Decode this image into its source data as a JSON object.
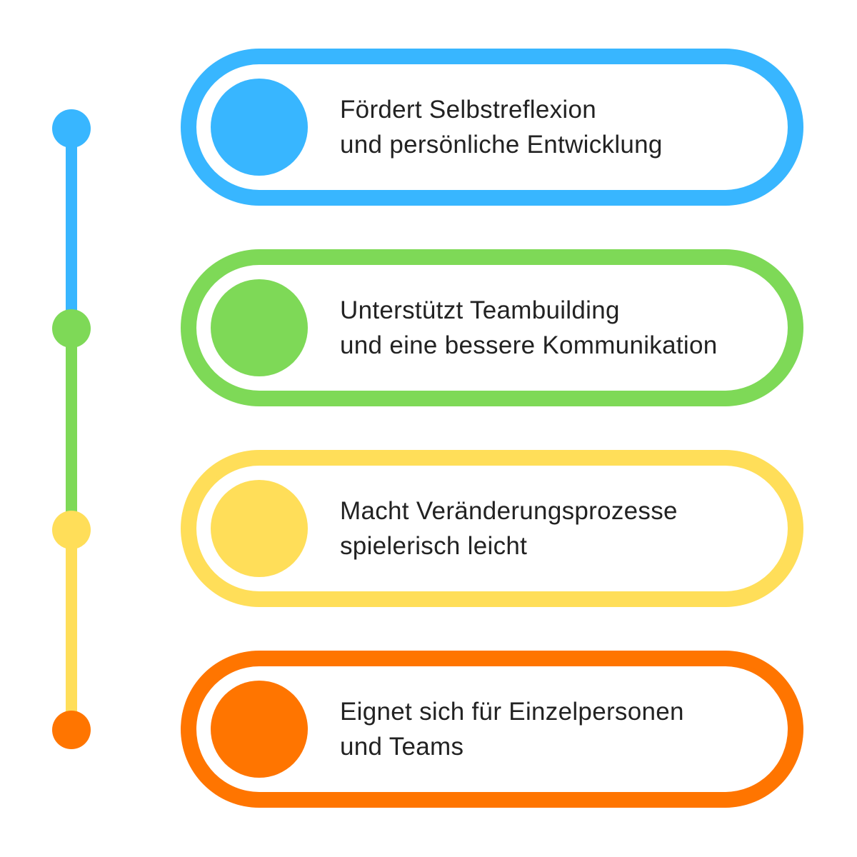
{
  "colors": {
    "blue": "#38B6FF",
    "green": "#7ED957",
    "yellow": "#FFDE59",
    "orange": "#FF7500"
  },
  "items": [
    {
      "line1": "Fördert Selbstreflexion",
      "line2": "und persönliche Entwicklung",
      "color": "#38B6FF"
    },
    {
      "line1": "Unterstützt Teambuilding",
      "line2": "und eine bessere Kommunikation",
      "color": "#7ED957"
    },
    {
      "line1": "Macht Veränderungsprozesse",
      "line2": "spielerisch leicht",
      "color": "#FFDE59"
    },
    {
      "line1": "Eignet sich für Einzelpersonen",
      "line2": "und Teams",
      "color": "#FF7500"
    }
  ]
}
